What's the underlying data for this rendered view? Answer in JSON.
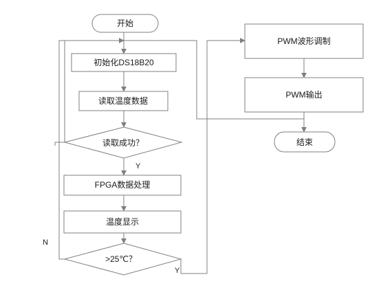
{
  "nodes": {
    "start": "开始",
    "init": "初始化DS18B20",
    "read_temp": "读取温度数据",
    "read_ok": "读取成功？",
    "fpga_proc": "FPGA数据处理",
    "display": "温度显示",
    "gt25": ">25℃？",
    "pwm_mod": "PWM波形调制",
    "pwm_out": "PWM输出",
    "end": "结束"
  },
  "edge_labels": {
    "read_ok_yes": "Y",
    "gt25_yes": "Y",
    "gt25_no": "N"
  },
  "colors": {
    "stroke": "#7f7f7f",
    "text": "#1a1a1a",
    "background": "#ffffff"
  }
}
